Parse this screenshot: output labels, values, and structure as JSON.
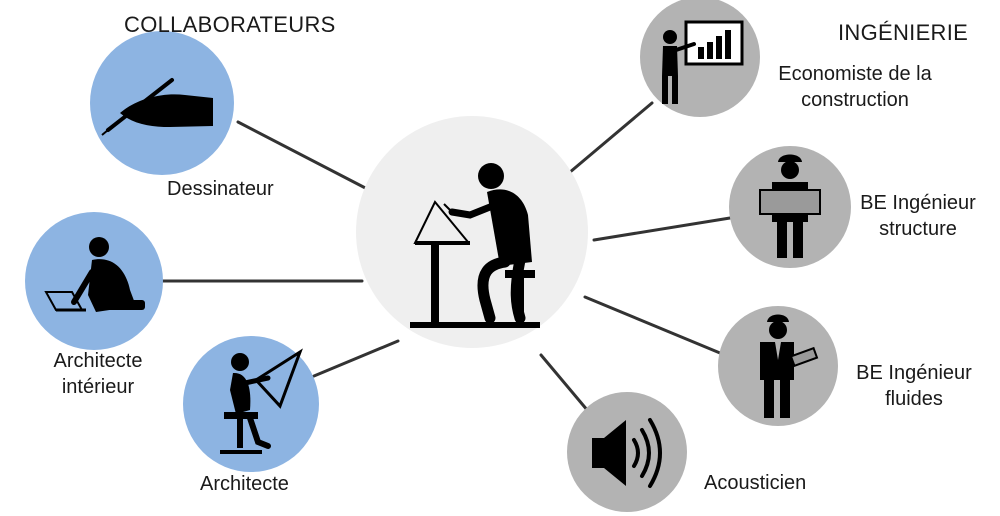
{
  "sections": {
    "left": "COLLABORATEURS",
    "right": "INGÉNIERIE"
  },
  "center": {
    "icon": "drafter-at-drawing-table-icon"
  },
  "nodes": {
    "dessinateur": {
      "label": "Dessinateur",
      "icon": "hand-writing-pen-icon"
    },
    "architecte_interieur": {
      "line1": "Architecte",
      "line2": "intérieur",
      "icon": "person-on-laptop-icon"
    },
    "architecte": {
      "label": "Architecte",
      "icon": "woman-at-drafting-board-icon"
    },
    "economiste": {
      "line1": "Economiste de la",
      "line2": "construction",
      "icon": "presenter-bar-chart-icon"
    },
    "structure": {
      "line1": "BE Ingénieur",
      "line2": "structure",
      "icon": "engineer-with-plans-icon"
    },
    "fluides": {
      "line1": "BE Ingénieur",
      "line2": "fluides",
      "icon": "engineer-with-hardhat-icon"
    },
    "acousticien": {
      "label": "Acousticien",
      "icon": "speaker-sound-icon"
    }
  },
  "colors": {
    "collaborator_circle": "#8DB4E2",
    "engineering_circle": "#B3B3B3",
    "center_circle": "#EFEFEF",
    "connector": "#333333",
    "silhouette": "#000000"
  }
}
